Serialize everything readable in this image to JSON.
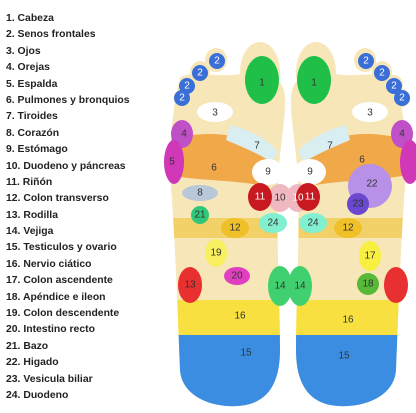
{
  "legend": [
    "1. Cabeza",
    "2. Senos frontales",
    "3. Ojos",
    "4. Orejas",
    "5. Espalda",
    "6. Pulmones y bronquios",
    "7. Tiroides",
    "8. Corazón",
    "9. Estómago",
    "10. Duodeno y páncreas",
    "11. Riñón",
    "12. Colon transverso",
    "13. Rodilla",
    "14. Vejiga",
    "15. Testiculos y ovario",
    "16. Nervio ciático",
    "17. Colon ascendente",
    "18. Apéndice e ileon",
    "19. Colon descendente",
    "20. Intestino recto",
    "21. Bazo",
    "22. Higado",
    "23. Vesicula biliar",
    "24. Duodeno"
  ],
  "zones": {
    "z1": "1",
    "z2": "2",
    "z3": "3",
    "z4": "4",
    "z5": "5",
    "z6": "6",
    "z7": "7",
    "z8": "8",
    "z9": "9",
    "z10": "10",
    "z11": "11",
    "z12": "12",
    "z13": "13",
    "z14": "14",
    "z15": "15",
    "z16": "16",
    "z17": "17",
    "z18": "18",
    "z19": "19",
    "z20": "20",
    "z21": "21",
    "z22": "22",
    "z23": "23",
    "z24": "24"
  },
  "colors": {
    "foot_skin": "#f6e6b8",
    "head": "#20c048",
    "sinus": "#3a6fd8",
    "eyes": "#ffffff",
    "ears": "#c050c8",
    "back": "#d038b8",
    "lungs": "#f0a848",
    "thyroid": "#d8eef0",
    "heart": "#b8c8d8",
    "stomach": "#ffffff",
    "duodenum_pancreas": "#f0b8c0",
    "kidney": "#c81820",
    "colon_transverse": "#f0c028",
    "knee": "#e83030",
    "bladder": "#40d070",
    "testes_ovary": "#3a8de0",
    "sciatic": "#f8e040",
    "colon_ascending": "#f8f040",
    "appendix": "#58b838",
    "colon_descending": "#f8f060",
    "rectum": "#e040c0",
    "spleen": "#30c878",
    "liver": "#b890e8",
    "gallbladder": "#6a48d0",
    "duodenum": "#80f0d0"
  }
}
